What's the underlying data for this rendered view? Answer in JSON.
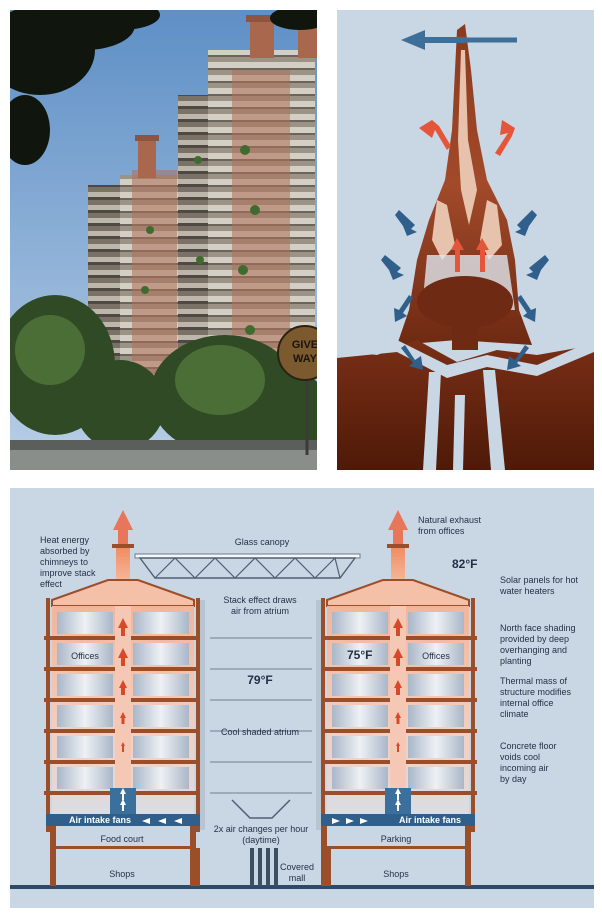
{
  "photo": {
    "sign_text_line1": "GIVE",
    "sign_text_line2": "WAY"
  },
  "section": {
    "labels": {
      "heat_energy": [
        "Heat energy",
        "absorbed by",
        "chimneys to",
        "improve stack",
        "effect"
      ],
      "glass_canopy": "Glass canopy",
      "natural_exhaust": [
        "Natural exhaust",
        "from offices"
      ],
      "temp_top_right": "82°F",
      "solar_panels": [
        "Solar panels for hot",
        "water heaters"
      ],
      "stack_effect": [
        "Stack effect draws",
        "air from atrium"
      ],
      "north_face": [
        "North face shading",
        "provided by deep",
        "overhanging and",
        "planting"
      ],
      "offices_left": "Offices",
      "offices_right": "Offices",
      "temp_right_office": "75°F",
      "temp_atrium": "79°F",
      "thermal_mass": [
        "Thermal mass of",
        "structure modifies",
        "internal office",
        "climate"
      ],
      "cool_atrium": "Cool shaded atrium",
      "concrete_floor": [
        "Concrete floor",
        "voids cool",
        "incoming air",
        "by day"
      ],
      "air_intake_left": "Air intake fans",
      "air_intake_right": "Air intake fans",
      "air_changes": [
        "2x air changes per hour",
        "(daytime)"
      ],
      "food_court": "Food court",
      "parking": "Parking",
      "covered_mall": [
        "Covered",
        "mall"
      ],
      "shops_left": "Shops",
      "shops_right": "Shops"
    },
    "colors": {
      "warm_air": "#f2a07a",
      "cool_air": "#2f5f8a",
      "arrow_red": "#d64a2a",
      "structure": "#9b4e2a"
    }
  }
}
